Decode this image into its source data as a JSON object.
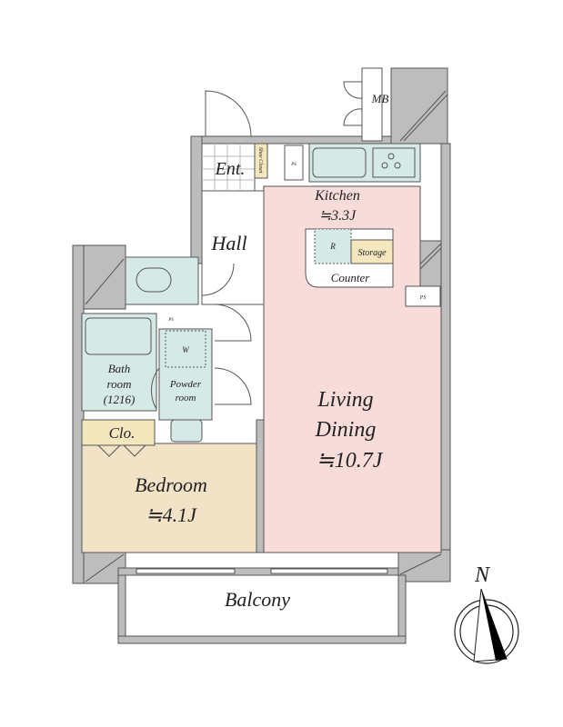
{
  "rooms": {
    "living": {
      "line1": "Living",
      "line2": "Dining",
      "area": "≒10.7J"
    },
    "kitchen": {
      "name": "Kitchen",
      "area": "≒3.3J"
    },
    "bedroom": {
      "name": "Bedroom",
      "area": "≒4.1J"
    },
    "bath": {
      "line1": "Bath",
      "line2": "room",
      "line3": "(1216)"
    },
    "powder": {
      "line1": "Powder",
      "line2": "room"
    },
    "hall": "Hall",
    "entrance": "Ent.",
    "closet": "Clo.",
    "shoe_closet": "Shoe Closet",
    "storage": "Storage",
    "counter": "Counter",
    "balcony": "Balcony",
    "mb": "MB",
    "ps": "PS",
    "refrigerator": "R",
    "washer": "W"
  },
  "compass": {
    "label": "N"
  },
  "colors": {
    "living": "#f7dcda",
    "bedroom": "#f2e2c6",
    "wet": "#d5e9e6",
    "closet": "#f4e6bd",
    "wall": "#bdbdbd"
  }
}
